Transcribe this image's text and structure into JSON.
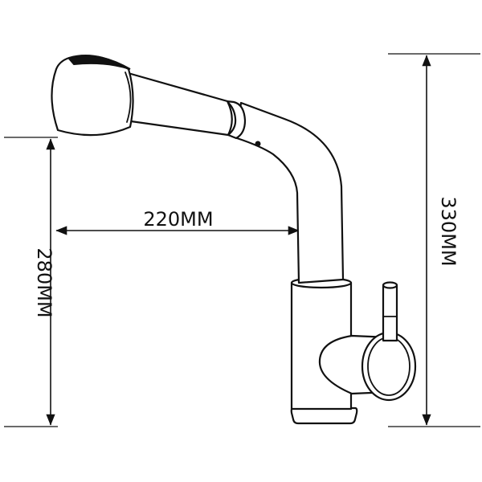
{
  "dimensions": {
    "reach": "220MM",
    "spout_height": "280MM",
    "total_height": "330MM"
  },
  "colors": {
    "line": "#111111",
    "background": "#ffffff"
  }
}
